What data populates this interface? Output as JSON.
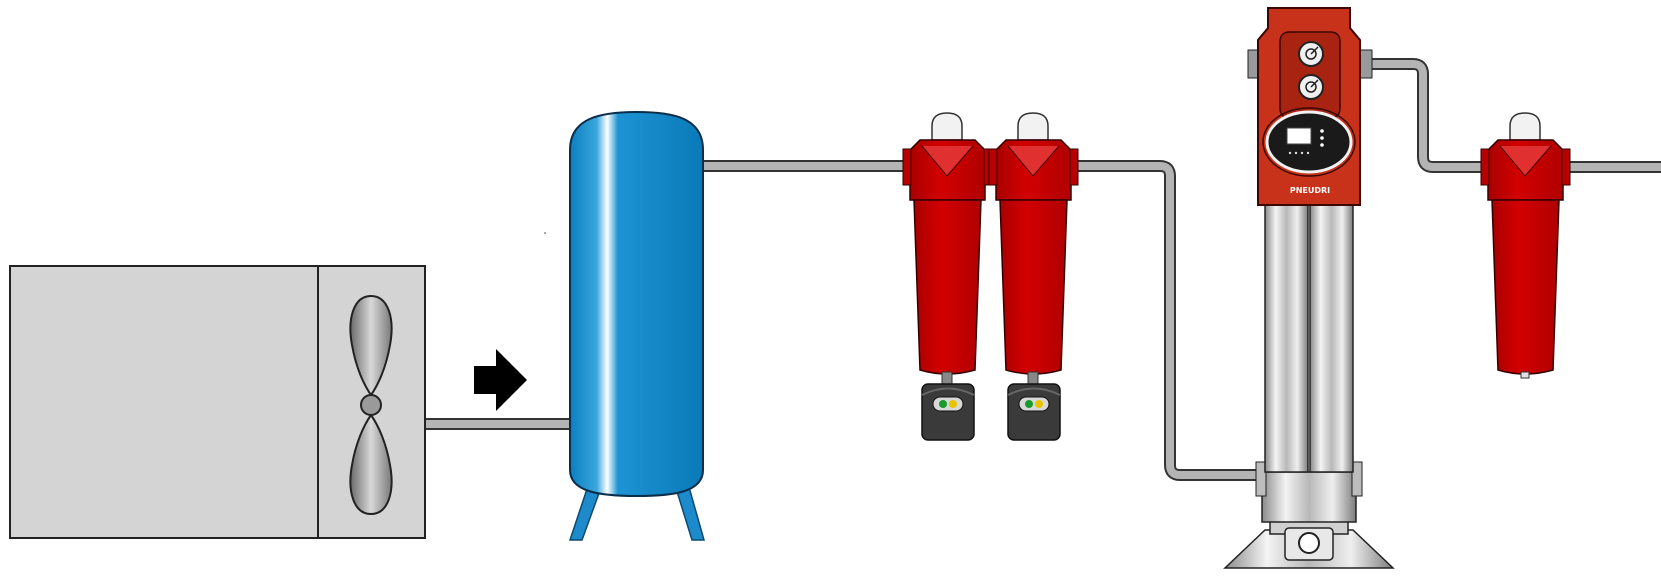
{
  "diagram": {
    "components": [
      {
        "id": "compressor",
        "icon": "compressor-with-fan"
      },
      {
        "id": "flow-arrow",
        "icon": "right-arrow-icon"
      },
      {
        "id": "receiver",
        "icon": "air-receiver-tank"
      },
      {
        "id": "filter-1",
        "icon": "inline-filter",
        "drain": true
      },
      {
        "id": "filter-2",
        "icon": "inline-filter",
        "drain": true
      },
      {
        "id": "dryer",
        "icon": "desiccant-dryer"
      },
      {
        "id": "filter-3",
        "icon": "inline-filter",
        "drain": false
      }
    ],
    "dryer_brand": "PNEUDRI",
    "colors": {
      "compressor_body": "#d4d4d4",
      "receiver_blue": "#0a86c8",
      "filter_red": "#cc0000",
      "dryer_red": "#c8321a",
      "pipe_gray": "#b4b4b4",
      "drain_dark": "#3a3a3a",
      "chrome": "#c8c8c8"
    }
  }
}
